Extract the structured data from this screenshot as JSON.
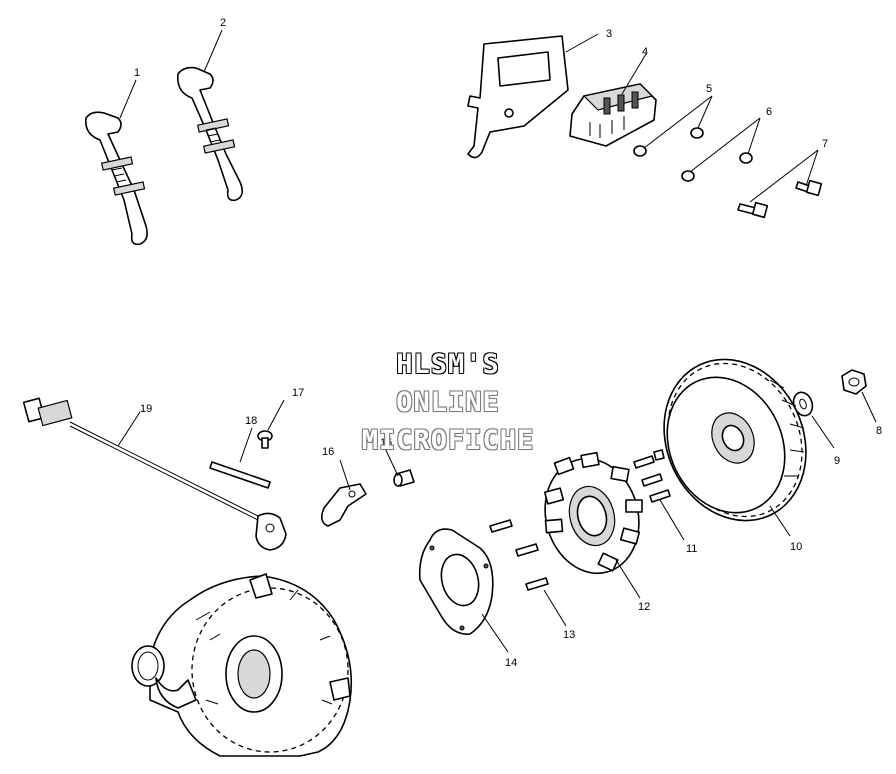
{
  "watermark": {
    "line1": "HLSM'S",
    "line2": "ONLINE",
    "line3": "MICROFICHE"
  },
  "callouts": {
    "c1": "1",
    "c2": "2",
    "c3": "3",
    "c4": "4",
    "c5": "5",
    "c6": "6",
    "c7": "7",
    "c8": "8",
    "c9": "9",
    "c10": "10",
    "c11": "11",
    "c12": "12",
    "c13": "13",
    "c14": "14",
    "c15": "15",
    "c16": "16",
    "c17": "17",
    "c18": "18",
    "c19": "19"
  }
}
